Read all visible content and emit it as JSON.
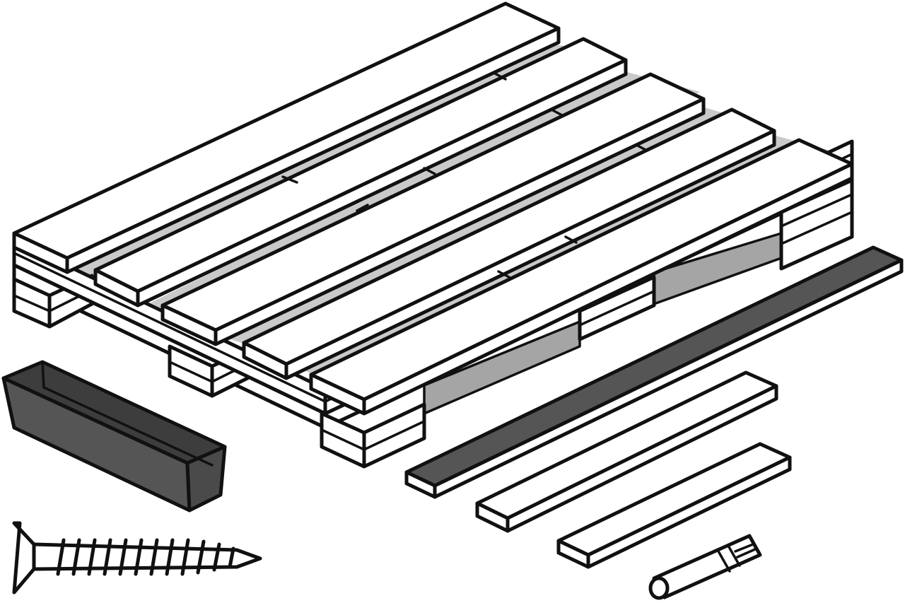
{
  "illustration": {
    "colors": {
      "outline": "#111111",
      "wood": "#ffffff",
      "shadow_light": "#c9c9c9",
      "shadow_mid": "#a5a5a5",
      "planter": "#555555",
      "planter_dark": "#3d3d3d",
      "dark_board": "#555555"
    },
    "parts": [
      {
        "id": "pallet",
        "icon": "wooden-pallet-icon"
      },
      {
        "id": "planter-box",
        "icon": "planter-box-icon"
      },
      {
        "id": "dark-board",
        "icon": "dark-plank-icon"
      },
      {
        "id": "plank-1",
        "icon": "plank-icon"
      },
      {
        "id": "plank-2",
        "icon": "plank-icon"
      },
      {
        "id": "screw",
        "icon": "wood-screw-icon"
      },
      {
        "id": "dowel",
        "icon": "wood-dowel-icon"
      }
    ]
  }
}
